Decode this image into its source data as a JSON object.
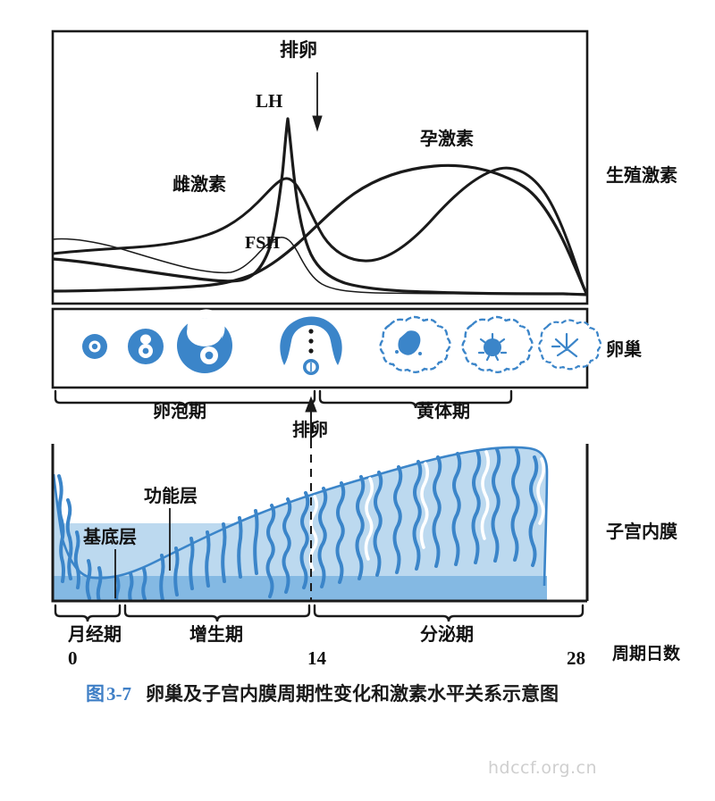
{
  "figure": {
    "caption_prefix": "图",
    "caption_number": "3-7",
    "caption_text": "卵巢及子宫内膜周期性变化和激素水平关系示意图",
    "watermark": "hdccf.org.cn",
    "accent_blue": "#3f7fc6",
    "endometrium_fill": "#bcd9ef",
    "endometrium_basal_fill": "#84b9e3",
    "gland_blue": "#3b85c9",
    "line_black": "#1a1a1a"
  },
  "side_labels": {
    "hormones": "生殖激素",
    "ovary": "卵巢",
    "endometrium": "子宫内膜",
    "cycle_days": "周期日数"
  },
  "hormone_panel": {
    "ovulation": "排卵",
    "curves": [
      {
        "name": "LH",
        "label": "LH"
      },
      {
        "name": "FSH",
        "label": "FSH"
      },
      {
        "name": "estrogen",
        "label": "雌激素"
      },
      {
        "name": "progesterone",
        "label": "孕激素"
      }
    ]
  },
  "ovary_panel": {
    "phases": [
      {
        "name": "follicular",
        "label": "卵泡期"
      },
      {
        "name": "luteal",
        "label": "黄体期"
      }
    ],
    "ovulation": "排卵",
    "stages": [
      "primordial-follicle",
      "primary-follicle",
      "secondary-follicle",
      "mature-graafian-follicle",
      "ruptured-follicle",
      "corpus-luteum",
      "corpus-albicans"
    ]
  },
  "endometrium_panel": {
    "functional_layer": "功能层",
    "basal_layer": "基底层",
    "ovulation_marker": "排卵",
    "phases": [
      {
        "name": "menstrual",
        "label": "月经期"
      },
      {
        "name": "proliferative",
        "label": "增生期"
      },
      {
        "name": "secretory",
        "label": "分泌期"
      }
    ]
  },
  "axis": {
    "ticks": [
      "0",
      "14",
      "28"
    ],
    "unit_label": "周期日数"
  },
  "chart_data": {
    "type": "line",
    "title": "卵巢及子宫内膜周期性变化和激素水平关系示意图",
    "xlabel": "周期日数",
    "ylabel": "生殖激素",
    "x": [
      0,
      14,
      28
    ],
    "xlim": [
      0,
      28
    ],
    "grid": false,
    "legend": "inline-annotations",
    "series": [
      {
        "name": "LH",
        "label": "LH",
        "description": "低平至第12天后急剧上升，第13-14天形成尖锐高峰（排卵峰），随后迅速下降并维持低水平至周期末",
        "x": [
          0,
          2,
          4,
          6,
          8,
          10,
          11,
          12,
          12.6,
          13,
          13.4,
          14,
          15,
          16,
          18,
          21,
          24,
          28
        ],
        "values": [
          6,
          6,
          6,
          7,
          8,
          11,
          15,
          30,
          62,
          96,
          62,
          34,
          20,
          14,
          10,
          8,
          7,
          6
        ]
      },
      {
        "name": "FSH",
        "label": "FSH",
        "description": "周期初较高，随后下降至低谷，排卵前出现小高峰，黄体期维持低水平",
        "x": [
          0,
          2,
          4,
          6,
          8,
          10,
          11,
          12,
          13,
          14,
          15,
          17,
          20,
          24,
          28
        ],
        "values": [
          22,
          21,
          19,
          16,
          12,
          9,
          9,
          12,
          22,
          26,
          20,
          12,
          8,
          7,
          6
        ]
      },
      {
        "name": "estrogen",
        "label": "雌激素",
        "description": "卵泡期逐渐升高，排卵前达第一高峰，排卵后短暂下降，黄体期形成第二个较低的高峰，周期末急剧下降",
        "x": [
          0,
          2,
          4,
          6,
          8,
          10,
          11,
          12,
          13,
          14,
          15,
          16,
          18,
          20,
          21,
          22,
          24,
          26,
          28
        ],
        "values": [
          16,
          15,
          16,
          18,
          22,
          30,
          38,
          48,
          52,
          46,
          36,
          30,
          30,
          36,
          42,
          44,
          42,
          30,
          6
        ]
      },
      {
        "name": "progesterone",
        "label": "孕激素",
        "description": "卵泡期极低，排卵后迅速升高，黄体中期达高峰，周期末急剧下降",
        "x": [
          0,
          4,
          8,
          10,
          12,
          13,
          14,
          15,
          16,
          18,
          20,
          21,
          22,
          24,
          26,
          27,
          28
        ],
        "values": [
          3,
          3,
          3,
          4,
          8,
          14,
          22,
          32,
          42,
          52,
          56,
          57,
          56,
          52,
          42,
          26,
          6
        ]
      }
    ],
    "annotations": [
      {
        "text": "排卵",
        "at_day": 14,
        "type": "arrow-down"
      }
    ]
  }
}
